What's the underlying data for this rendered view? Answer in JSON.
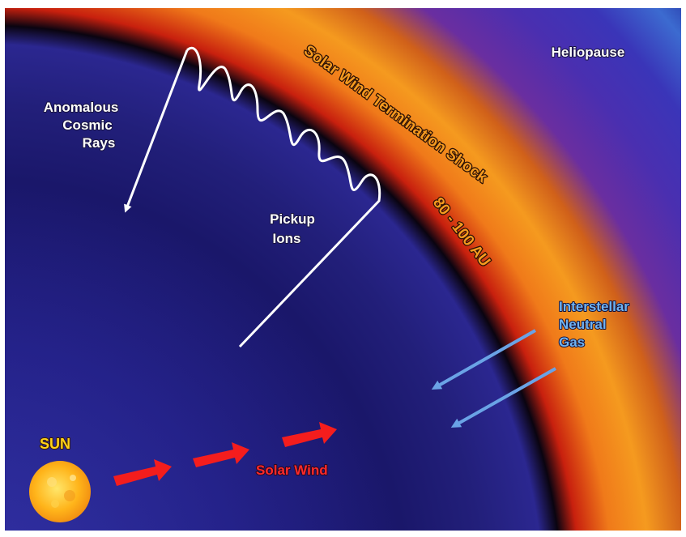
{
  "labels": {
    "heliopause": "Heliopause",
    "anomalous_line1": "Anomalous",
    "anomalous_line2": "Cosmic",
    "anomalous_line3": "Rays",
    "pickup_line1": "Pickup",
    "pickup_line2": "Ions",
    "shock_title": "Solar Wind Termination Shock",
    "shock_distance": "80 - 100 AU",
    "interstellar_line1": "Interstellar",
    "interstellar_line2": "Neutral",
    "interstellar_line3": "Gas",
    "sun": "SUN",
    "solar_wind": "Solar Wind"
  },
  "colors": {
    "space_dark": "#14104a",
    "space_mid": "#2a2490",
    "shock_orange": "#f59a1f",
    "shock_red": "#e2321e",
    "heliosheath_purple": "#5a3fb8",
    "white_arrow": "#ffffff",
    "neutral_gas_arrow": "#6aa3e6",
    "solar_wind_arrow": "#f41d1d",
    "sun_yellow": "#ffc21a"
  }
}
